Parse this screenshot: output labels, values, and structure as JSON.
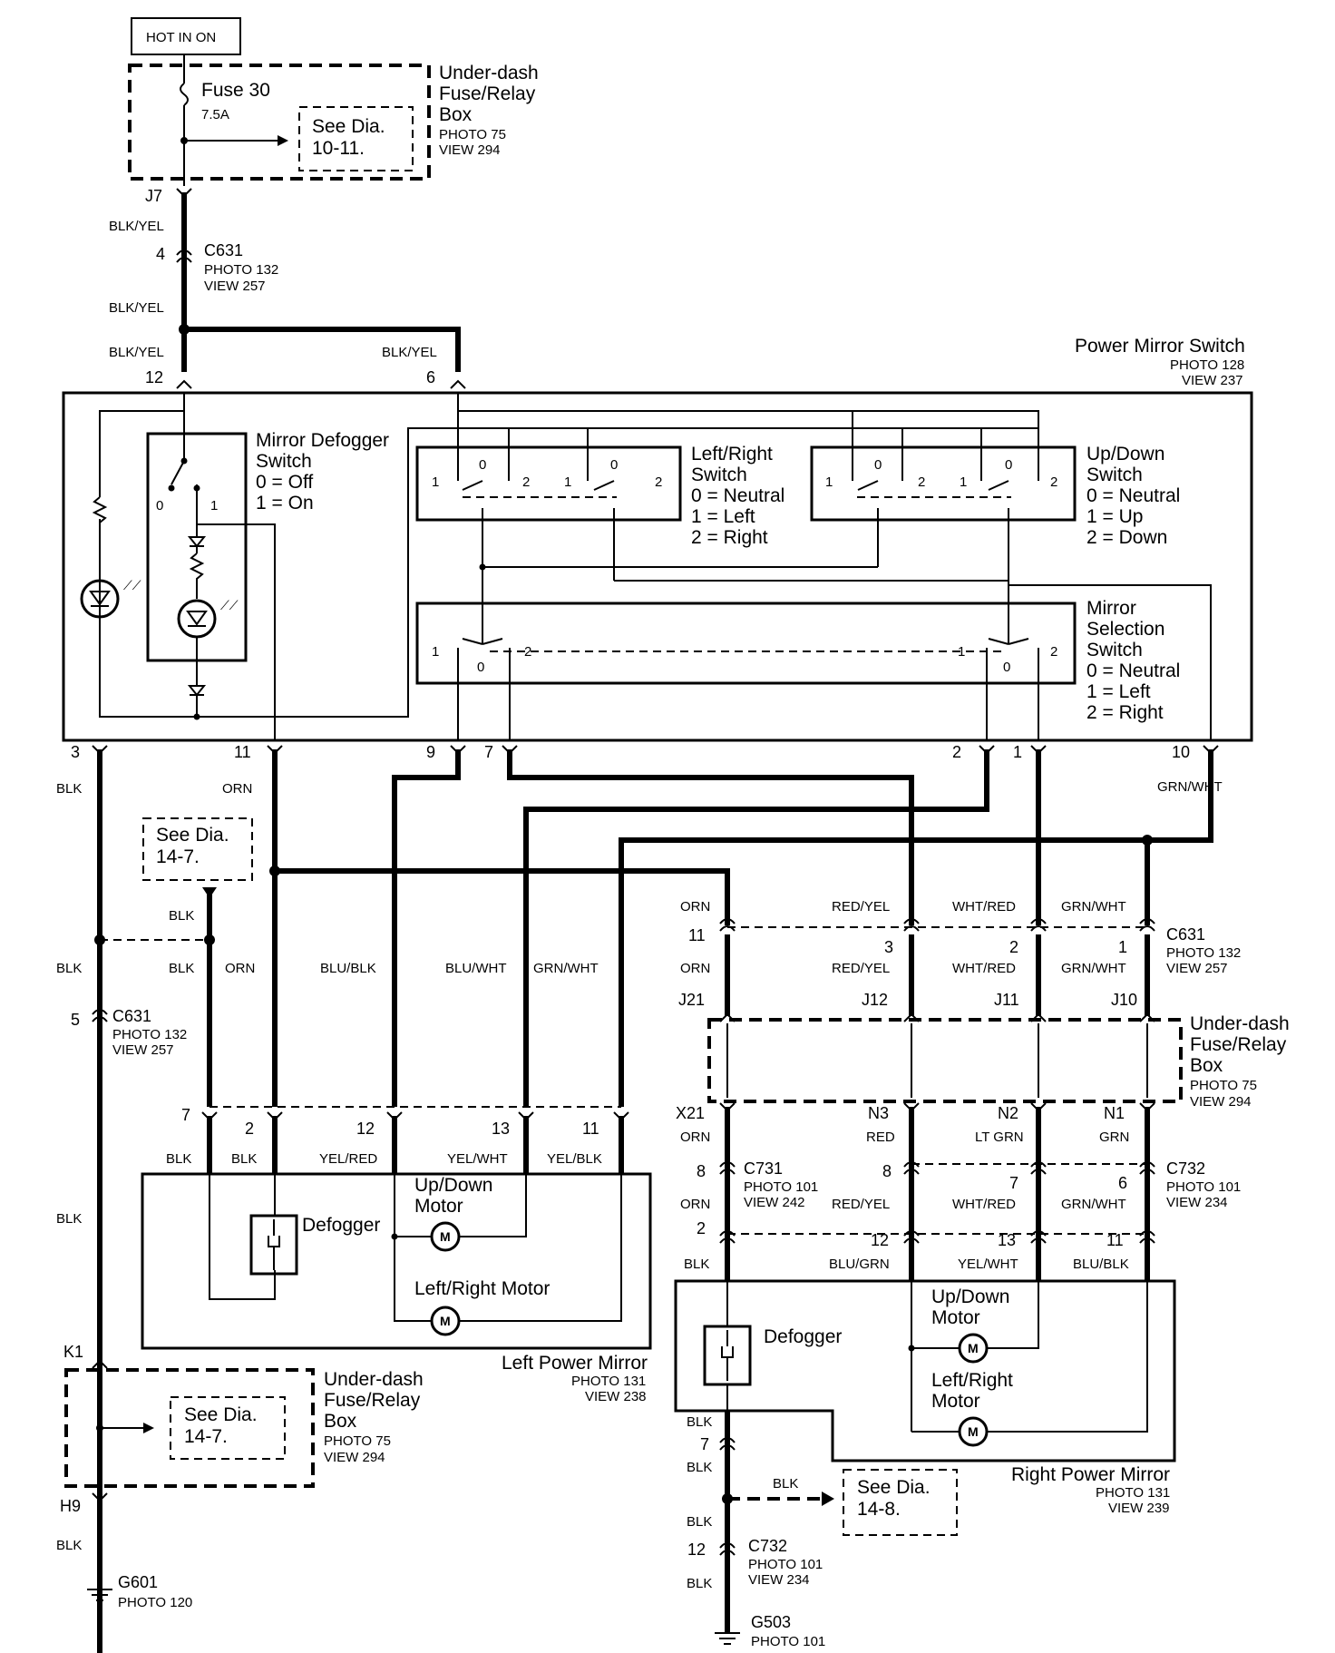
{
  "supply": {
    "hot_label": "HOT IN ON",
    "fuse_name": "Fuse 30",
    "fuse_rating": "7.5A",
    "see_dia": [
      "See Dia.",
      "10-11."
    ]
  },
  "underdash_box": {
    "name_lines": [
      "Under-dash",
      "Fuse/Relay",
      "Box"
    ],
    "photo": "PHOTO 75",
    "view": "VIEW 294"
  },
  "connectors": {
    "j7": "J7",
    "c631": "C631",
    "c631_photo": "PHOTO 132",
    "c631_view": "VIEW 257",
    "c731": "C731",
    "c731_photo": "PHOTO 101",
    "c731_view": "VIEW 242",
    "c732": "C732",
    "c732_photo": "PHOTO 101",
    "c732_view": "VIEW 234",
    "k1": "K1",
    "h9": "H9",
    "j21": "J21",
    "j12": "J12",
    "j11": "J11",
    "j10": "J10",
    "x21": "X21",
    "n3": "N3",
    "n2": "N2",
    "n1": "N1"
  },
  "wire_colors": {
    "blk_yel": "BLK/YEL",
    "blk": "BLK",
    "orn": "ORN",
    "grn_wht": "GRN/WHT",
    "blu_blk": "BLU/BLK",
    "blu_wht": "BLU/WHT",
    "red_yel": "RED/YEL",
    "wht_red": "WHT/RED",
    "yel_red": "YEL/RED",
    "yel_wht": "YEL/WHT",
    "yel_blk": "YEL/BLK",
    "red": "RED",
    "lt_grn": "LT GRN",
    "grn": "GRN",
    "blu_grn": "BLU/GRN"
  },
  "pins": {
    "p1": "1",
    "p2": "2",
    "p3": "3",
    "p4": "4",
    "p5": "5",
    "p6": "6",
    "p7": "7",
    "p8": "8",
    "p9": "9",
    "p10": "10",
    "p11": "11",
    "p12": "12",
    "p13": "13",
    "p0": "0"
  },
  "power_mirror_switch": {
    "title": "Power Mirror Switch",
    "photo": "PHOTO 128",
    "view": "VIEW 237",
    "defogger_switch": [
      "Mirror Defogger",
      "Switch",
      "0 =  Off",
      "1 =  On"
    ],
    "lr_switch": [
      "Left/Right",
      "Switch",
      "0 =  Neutral",
      "1 =  Left",
      "2 =  Right"
    ],
    "ud_switch": [
      "Up/Down",
      "Switch",
      "0 =  Neutral",
      "1 =  Up",
      "2 =  Down"
    ],
    "sel_switch": [
      "Mirror",
      "Selection",
      "Switch",
      "0 =  Neutral",
      "1 =  Left",
      "2 =  Right"
    ]
  },
  "see_dia_14_7": [
    "See Dia.",
    "14-7."
  ],
  "see_dia_14_8": [
    "See Dia.",
    "14-8."
  ],
  "left_mirror": {
    "title": "Left Power Mirror",
    "photo": "PHOTO 131",
    "view": "VIEW 238",
    "defogger": "Defogger",
    "updown_motor": [
      "Up/Down",
      "Motor"
    ],
    "lr_motor": "Left/Right Motor",
    "motor_symbol": "M"
  },
  "right_mirror": {
    "title": "Right Power Mirror",
    "photo": "PHOTO 131",
    "view": "VIEW 239",
    "defogger": "Defogger",
    "updown_motor": [
      "Up/Down",
      "Motor"
    ],
    "lr_motor": [
      "Left/Right",
      "Motor"
    ],
    "motor_symbol": "M"
  },
  "grounds": {
    "g601": "G601",
    "g601_photo": "PHOTO 120",
    "g503": "G503",
    "g503_photo": "PHOTO 101"
  }
}
